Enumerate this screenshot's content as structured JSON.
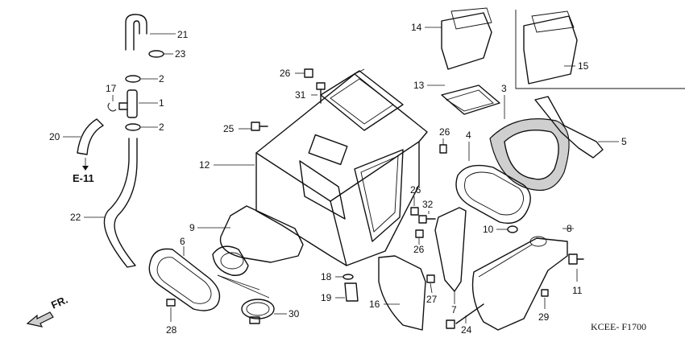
{
  "diagram_code": "KCEE- F1700",
  "front_marker": "FR.",
  "section_reference": "E-11",
  "callouts": [
    "1",
    "2",
    "2",
    "3",
    "4",
    "5",
    "6",
    "7",
    "8",
    "9",
    "10",
    "11",
    "12",
    "13",
    "14",
    "15",
    "16",
    "17",
    "18",
    "19",
    "20",
    "21",
    "22",
    "23",
    "24",
    "25",
    "26",
    "26",
    "26",
    "26",
    "27",
    "28",
    "29",
    "30",
    "31",
    "32"
  ]
}
